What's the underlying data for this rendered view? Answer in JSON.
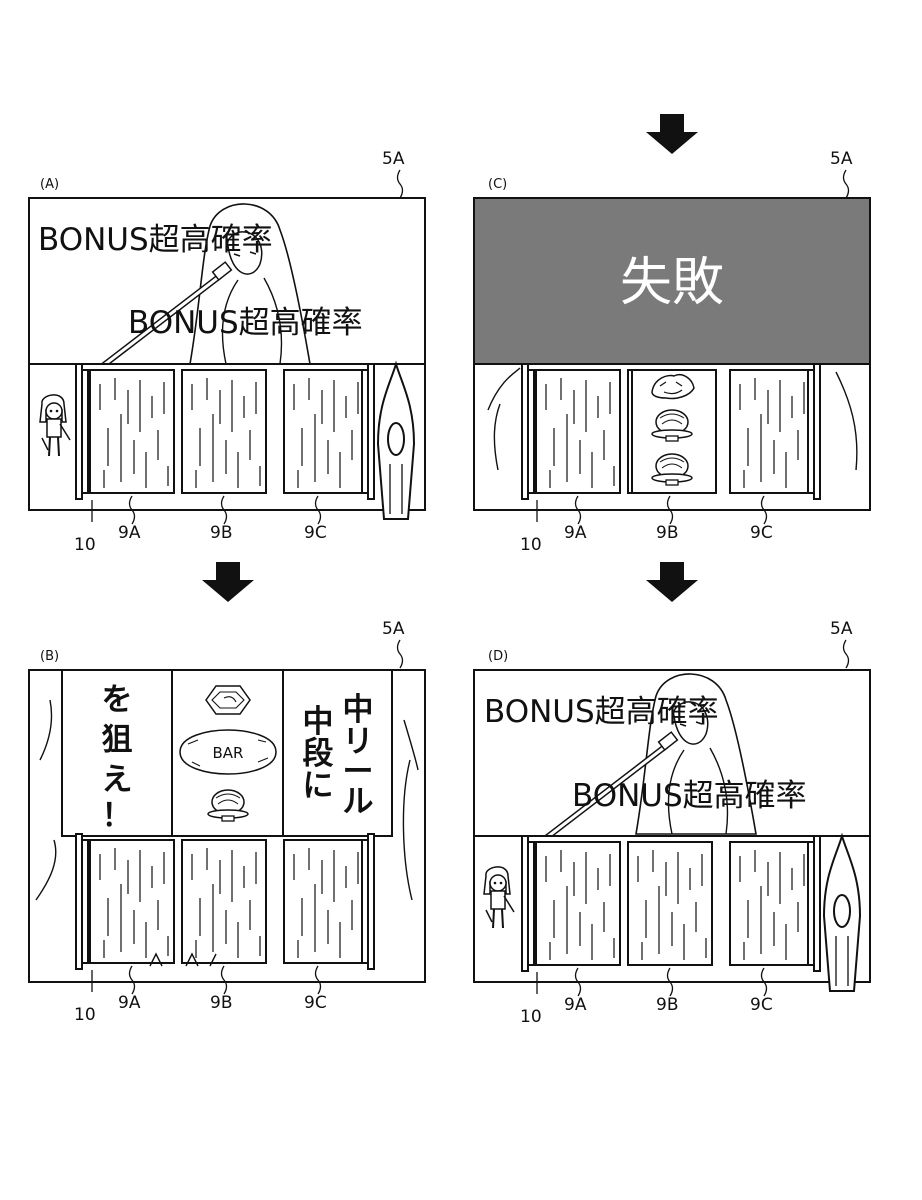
{
  "panels": {
    "A": {
      "label": "(A)",
      "ref_screen": "5A",
      "banner_top": "BONUS超高確率",
      "banner_bottom": "BONUS超高確率",
      "ref_frame": "10",
      "ref_reel_left": "9A",
      "ref_reel_center": "9B",
      "ref_reel_right": "9C"
    },
    "B": {
      "label": "(B)",
      "ref_screen": "5A",
      "left_col": [
        "を",
        "狙",
        "え",
        "！"
      ],
      "right_col1": [
        "中",
        "リ",
        "ー",
        "ル"
      ],
      "right_col2": [
        "中",
        "段",
        "に"
      ],
      "bar_symbol": "BAR",
      "ref_frame": "10",
      "ref_reel_left": "9A",
      "ref_reel_center": "9B",
      "ref_reel_right": "9C"
    },
    "C": {
      "label": "(C)",
      "ref_screen": "5A",
      "result": "失敗",
      "ref_frame": "10",
      "ref_reel_left": "9A",
      "ref_reel_center": "9B",
      "ref_reel_right": "9C"
    },
    "D": {
      "label": "(D)",
      "ref_screen": "5A",
      "banner_top": "BONUS超高確率",
      "banner_bottom": "BONUS超高確率",
      "ref_frame": "10",
      "ref_reel_left": "9A",
      "ref_reel_center": "9B",
      "ref_reel_right": "9C"
    }
  },
  "colors": {
    "line": "#111111",
    "fail_band": "#7a7a7a",
    "paper": "#ffffff"
  },
  "icons": [
    "down-arrow-icon",
    "character-icon",
    "sword-icon",
    "crystal-icon",
    "bowl-icon",
    "dragon-icon"
  ]
}
